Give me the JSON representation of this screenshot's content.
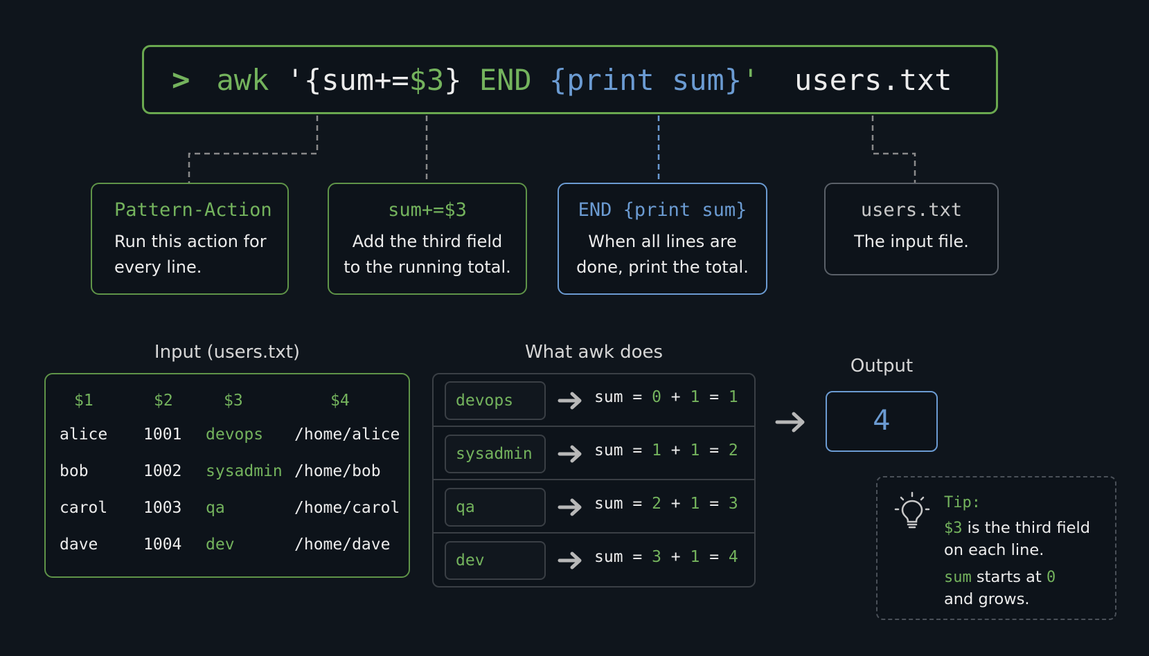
{
  "command": {
    "prompt": ">",
    "parts": [
      {
        "text": "awk ",
        "color": "green"
      },
      {
        "text": "'{sum+=",
        "color": "white"
      },
      {
        "text": "$3",
        "color": "green"
      },
      {
        "text": "} ",
        "color": "white"
      },
      {
        "text": "END ",
        "color": "green"
      },
      {
        "text": "{print sum}",
        "color": "blue"
      },
      {
        "text": "'",
        "color": "green"
      },
      {
        "text": "  users.txt",
        "color": "white"
      }
    ]
  },
  "annotations": [
    {
      "title": "Pattern-Action",
      "line1": "Run this action for",
      "line2": "every line."
    },
    {
      "title": "sum+=$3",
      "line1": "Add the third field",
      "line2": "to the running total."
    },
    {
      "title": "END {print sum}",
      "line1": "When all lines are",
      "line2": "done, print the total."
    },
    {
      "title": "users.txt",
      "line1": "The input file.",
      "line2": ""
    }
  ],
  "input": {
    "title": "Input (users.txt)",
    "headers": [
      "$1",
      "$2",
      "$3",
      "$4"
    ],
    "rows": [
      [
        "alice",
        "1001",
        "devops",
        "/home/alice"
      ],
      [
        "bob",
        "1002",
        "sysadmin",
        "/home/bob"
      ],
      [
        "carol",
        "1003",
        "qa",
        "/home/carol"
      ],
      [
        "dave",
        "1004",
        "dev",
        "/home/dave"
      ]
    ]
  },
  "process": {
    "title": "What awk does",
    "steps": [
      {
        "field": "devops",
        "prefix": "sum = ",
        "a": "0",
        "op": " + ",
        "b": "1",
        "eq": " = ",
        "result": "1"
      },
      {
        "field": "sysadmin",
        "prefix": "sum = ",
        "a": "1",
        "op": " + ",
        "b": "1",
        "eq": " = ",
        "result": "2"
      },
      {
        "field": "qa",
        "prefix": "sum = ",
        "a": "2",
        "op": " + ",
        "b": "1",
        "eq": " = ",
        "result": "3"
      },
      {
        "field": "dev",
        "prefix": "sum = ",
        "a": "3",
        "op": " + ",
        "b": "1",
        "eq": " = ",
        "result": "4"
      }
    ]
  },
  "output": {
    "title": "Output",
    "value": "4"
  },
  "tip": {
    "title": "Tip:",
    "l1_code": "$3",
    "l1_text": " is the third field",
    "l2_text": "on each line.",
    "l3_code": "sum",
    "l3_text": " starts at ",
    "l3_code2": "0",
    "l4_text": "and grows."
  },
  "colors": {
    "green": "#74b35d",
    "blue": "#6b9bd2",
    "background": "#0f151c"
  }
}
